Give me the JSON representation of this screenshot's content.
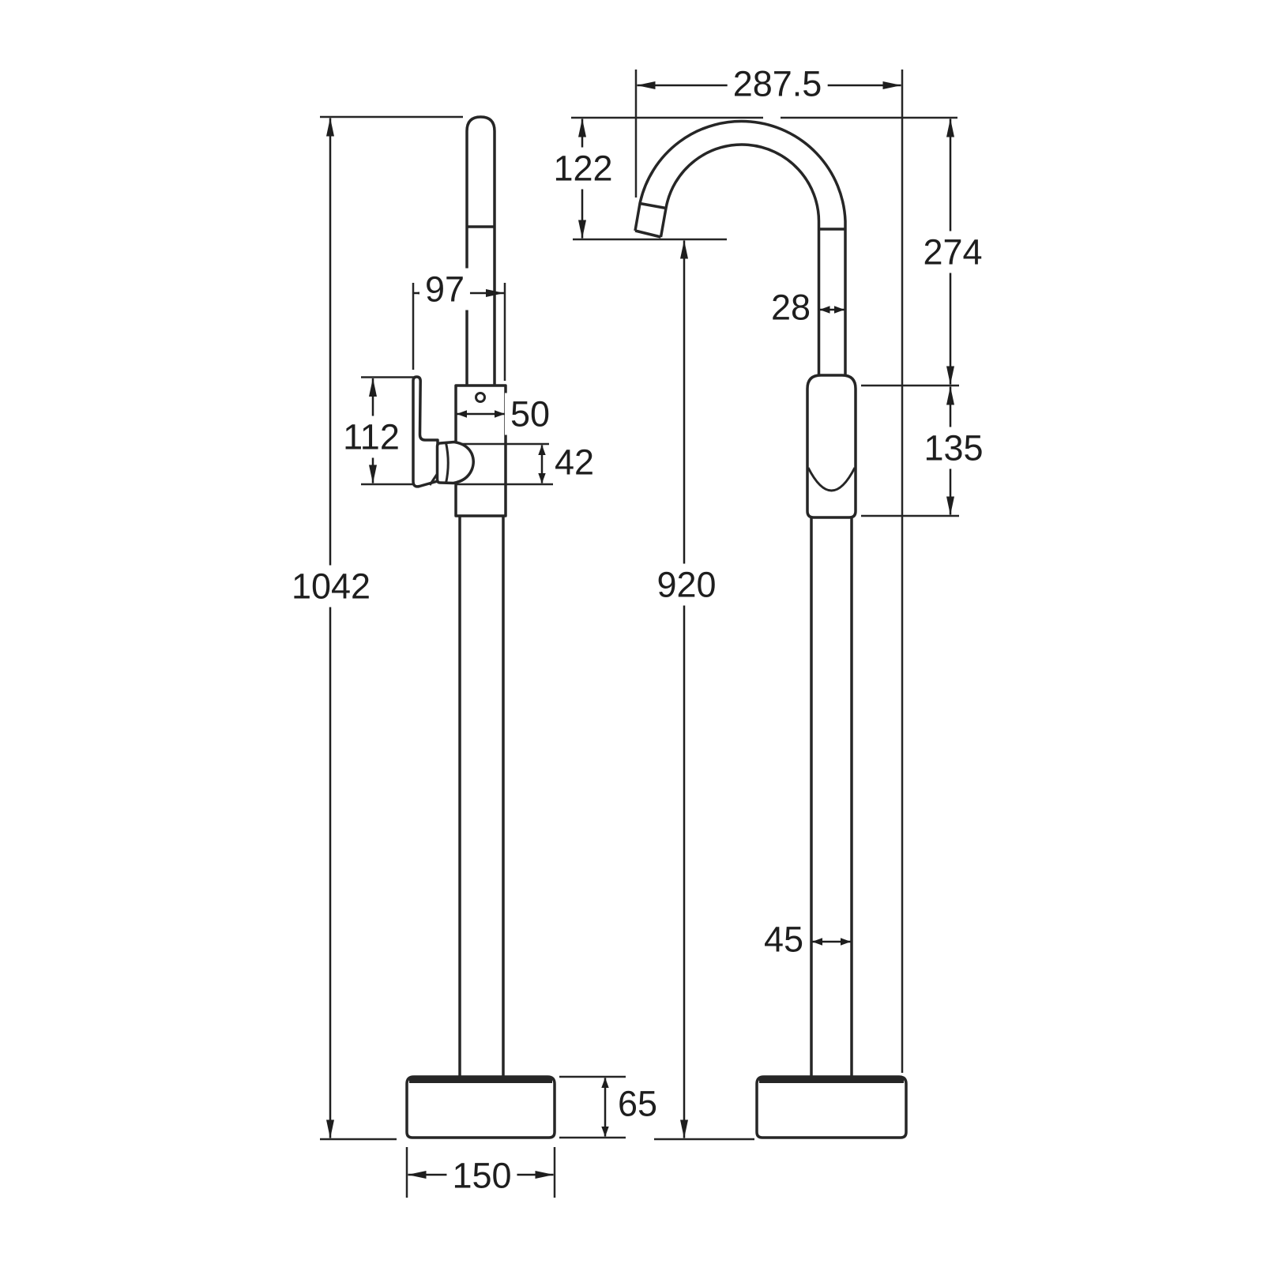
{
  "drawing": {
    "type": "technical-dimension-drawing",
    "subject": "freestanding bathtub faucet / bath filler tap",
    "units": "mm",
    "views": {
      "side": {
        "name": "side view",
        "dims": {
          "handle_reach": "97",
          "handle_height": "112",
          "body_width": "50",
          "outlet_height": "42",
          "overall_height": "1042",
          "base_height": "65",
          "base_width": "150"
        }
      },
      "front": {
        "name": "front view",
        "dims": {
          "spout_reach": "287.5",
          "spout_drop": "122",
          "spout_rise": "274",
          "spout_pipe_width": "28",
          "mixer_body_height": "135",
          "outlet_floor_height": "920",
          "riser_width": "45"
        }
      }
    }
  }
}
